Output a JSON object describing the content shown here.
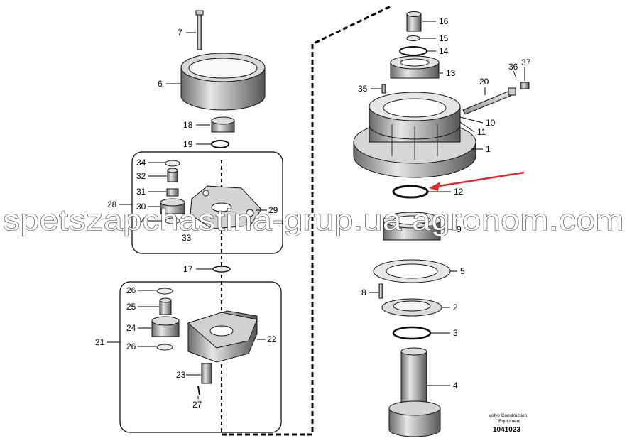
{
  "labels": {
    "p1": "1",
    "p2": "2",
    "p3": "3",
    "p4": "4",
    "p5": "5",
    "p6": "6",
    "p7": "7",
    "p8": "8",
    "p9": "9",
    "p10": "10",
    "p11": "11",
    "p12": "12",
    "p13": "13",
    "p14": "14",
    "p15": "15",
    "p16": "16",
    "p17": "17",
    "p18": "18",
    "p19": "19",
    "p20": "20",
    "p21": "21",
    "p22": "22",
    "p23": "23",
    "p24": "24",
    "p25": "25",
    "p26a": "26",
    "p26b": "26",
    "p27": "27",
    "p28": "28",
    "p29": "29",
    "p30": "30",
    "p31": "31",
    "p32": "32",
    "p33": "33",
    "p34a": "34",
    "p34b": "34",
    "p35": "35",
    "p36": "36",
    "p37": "37"
  },
  "brand": {
    "line1": "Volvo Construction",
    "line2": "Equipment",
    "code": "1041023"
  },
  "watermark": "spetszapchastina-grup.ua agronom.com",
  "colors": {
    "highlight_arrow": "#e0282d",
    "ink": "#111111"
  }
}
